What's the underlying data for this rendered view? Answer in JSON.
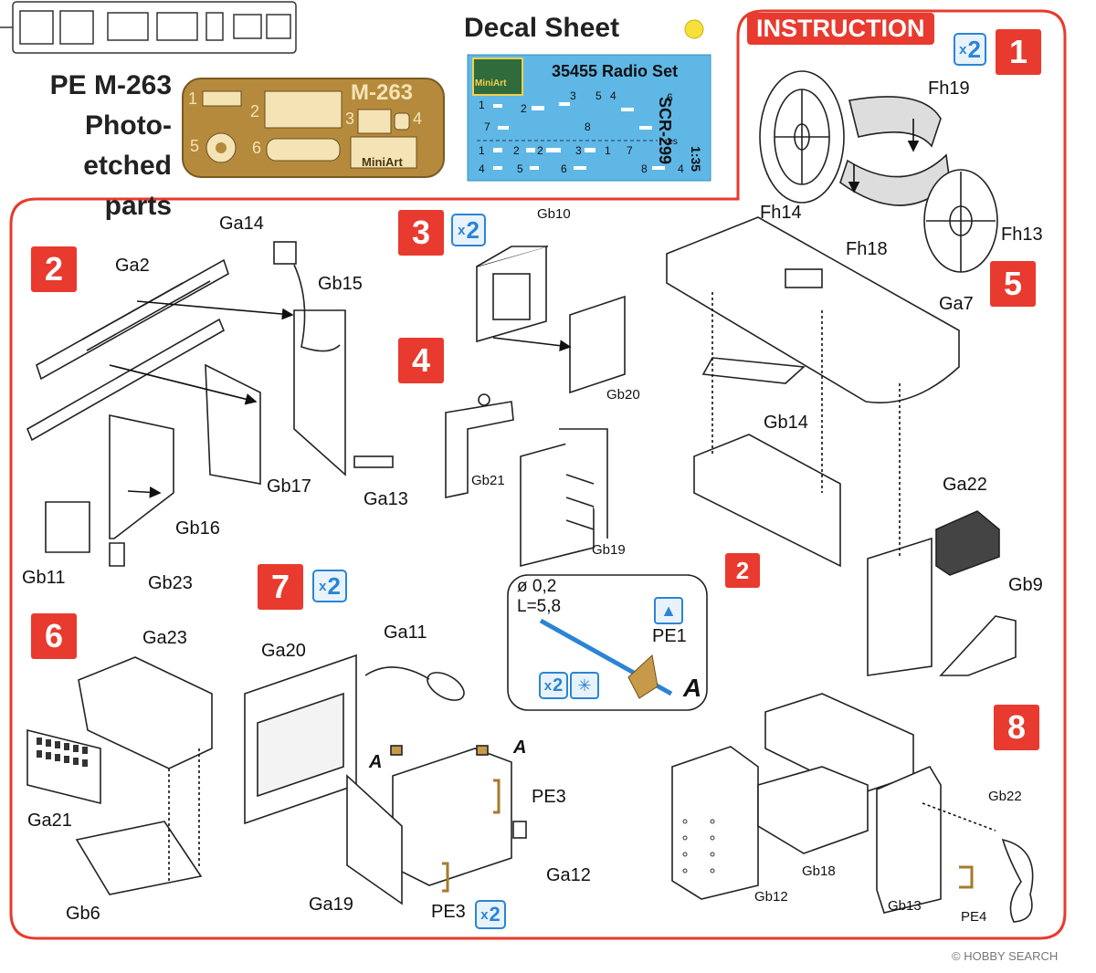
{
  "photo_etch": {
    "code": "PE M-263",
    "title_line1": "Photo-etched",
    "title_line2": "parts",
    "fret_code": "M-263",
    "fret_brand": "MiniArt",
    "part_numbers": [
      "1",
      "2",
      "3",
      "4",
      "5",
      "6"
    ]
  },
  "decal": {
    "title": "Decal Sheet",
    "brand": "MiniArt",
    "set_name": "35455 Radio Set",
    "side_code": "SCR-299",
    "scale": "1:35",
    "res_label": "res",
    "numbers_row1": [
      "1",
      "2",
      "3",
      "5",
      "4",
      "6"
    ],
    "numbers_row2": [
      "7",
      "8"
    ],
    "numbers_row3": [
      "1",
      "2",
      "2",
      "3",
      "1",
      "7"
    ],
    "numbers_row4": [
      "4",
      "5",
      "6",
      "8",
      "4"
    ],
    "dot_color": "#f5e13a",
    "sheet_color": "#5fb7e6"
  },
  "instruction": {
    "label": "INSTRUCTION",
    "accent_color": "#e83a2e",
    "multiplier_color": "#2b84d6"
  },
  "steps": [
    {
      "number": "1",
      "multiplier": "2",
      "parts": [
        "Fh19",
        "Fh14",
        "Fh18",
        "Fh13"
      ]
    },
    {
      "number": "2",
      "parts": [
        "Ga2",
        "Ga14",
        "Gb15",
        "Gb17",
        "Ga13",
        "Gb16",
        "Gb11",
        "Gb23"
      ]
    },
    {
      "number": "3",
      "multiplier": "2",
      "parts": [
        "Gb10",
        "Gb20"
      ]
    },
    {
      "number": "4",
      "parts": [
        "Gb21",
        "Gb19"
      ]
    },
    {
      "number": "5",
      "parts": [
        "Ga7",
        "Gb14",
        "Ga22",
        "Gb9"
      ],
      "ref_step": "2"
    },
    {
      "number": "6",
      "parts": [
        "Ga23",
        "Ga21",
        "Gb6"
      ]
    },
    {
      "number": "7",
      "multiplier": "2",
      "parts": [
        "Ga20",
        "Ga11",
        "PE3",
        "Ga12",
        "Ga19",
        "PE3"
      ],
      "detail_marker": "A",
      "pe3_multiplier": "2"
    },
    {
      "number": "8",
      "parts": [
        "Gb22",
        "Gb18",
        "Gb12",
        "Gb13",
        "PE4"
      ]
    }
  ],
  "wire_callout": {
    "diameter": "ø 0,2",
    "length": "L=5,8",
    "part": "PE1",
    "multiplier": "2",
    "marker": "A"
  },
  "footer": {
    "watermark": "© HOBBY SEARCH"
  }
}
